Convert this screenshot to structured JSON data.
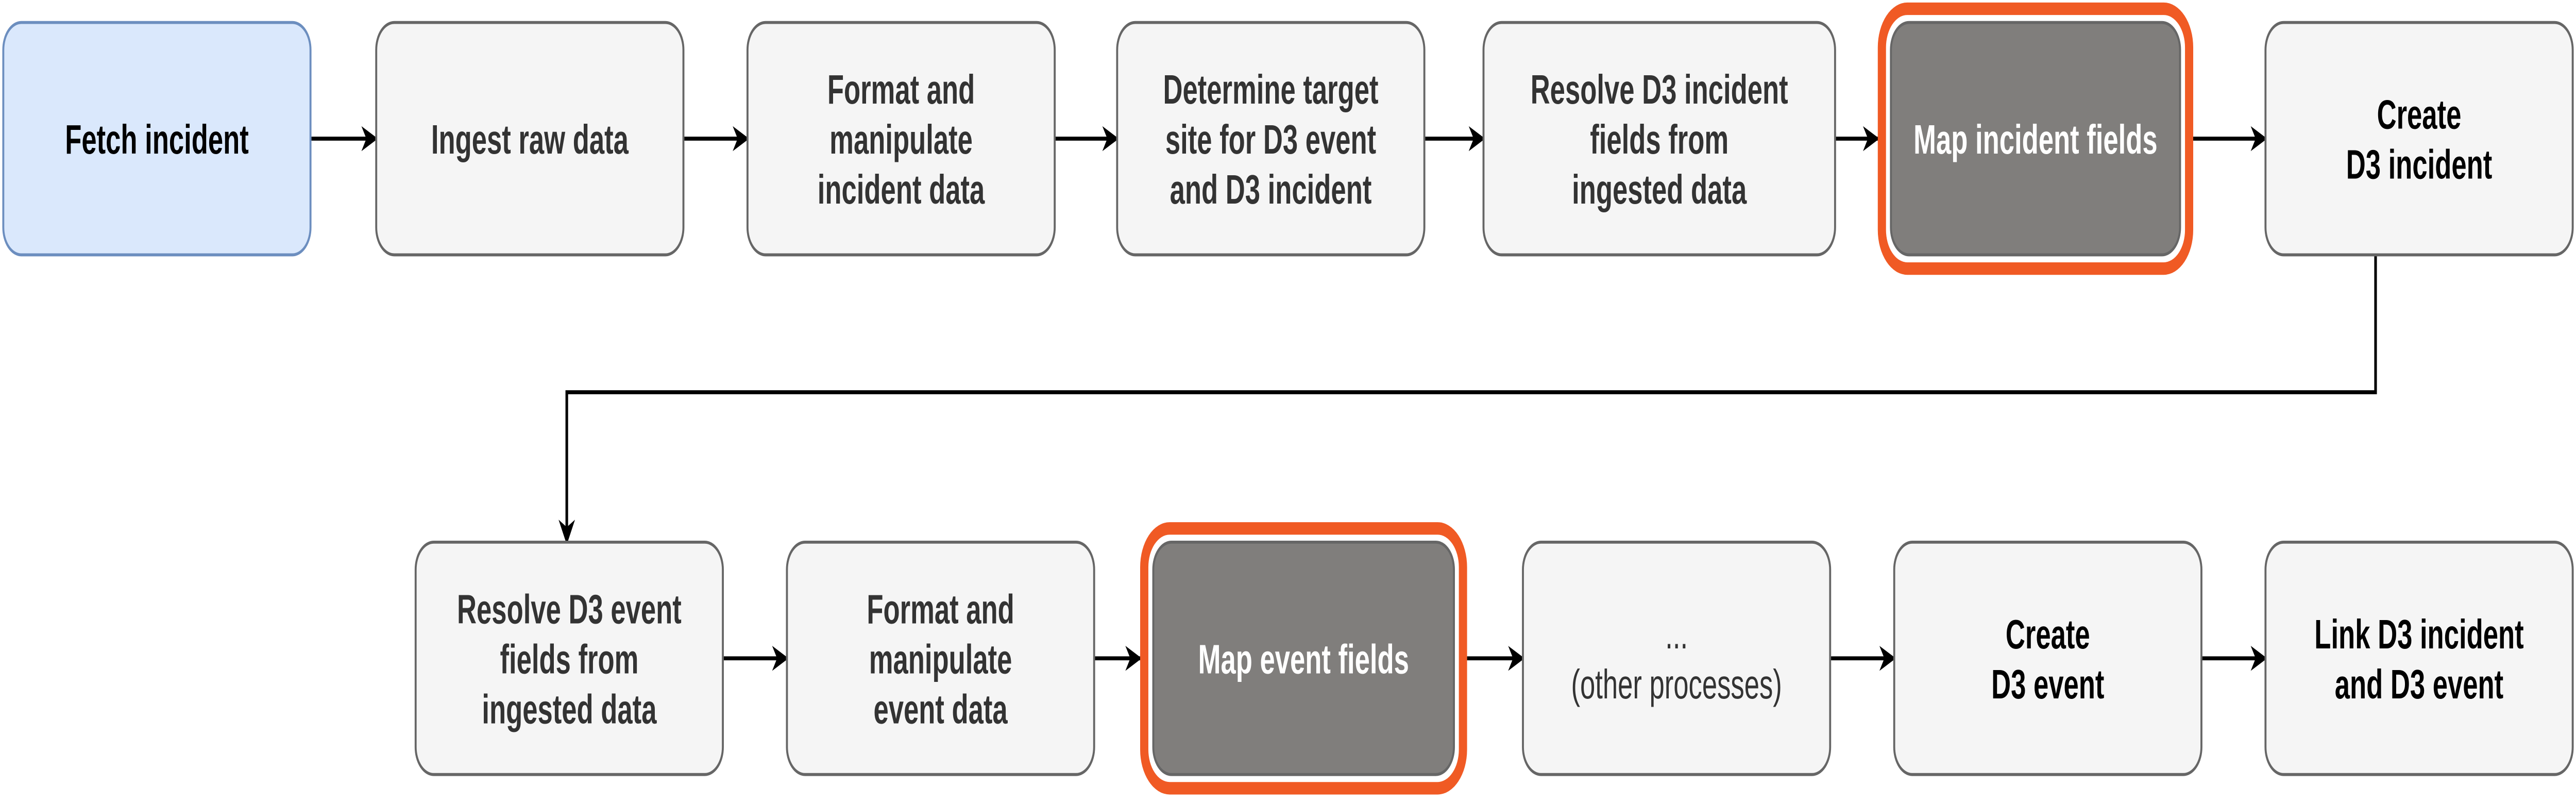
{
  "colors": {
    "start_fill": "#dae8fc",
    "start_stroke": "#6c8ebf",
    "step_fill": "#f5f5f5",
    "step_stroke": "#666666",
    "highlight_fill": "#807e7c",
    "highlight_outline": "#f05a24",
    "arrow": "#000000"
  },
  "row1": [
    {
      "lines": [
        "Fetch incident"
      ]
    },
    {
      "lines": [
        "Ingest raw data"
      ]
    },
    {
      "lines": [
        "Format and",
        "manipulate",
        "incident data"
      ]
    },
    {
      "lines": [
        "Determine target",
        "site for D3 event",
        "and D3 incident"
      ]
    },
    {
      "lines": [
        "Resolve D3 incident",
        "fields from",
        "ingested data"
      ]
    },
    {
      "lines": [
        "Map incident fields"
      ]
    },
    {
      "lines": [
        "Create",
        "D3 incident"
      ]
    }
  ],
  "row2": [
    {
      "lines": [
        "Resolve D3 event",
        "fields from",
        "ingested data"
      ]
    },
    {
      "lines": [
        "Format and",
        "manipulate",
        "event data"
      ]
    },
    {
      "lines": [
        "Map event fields"
      ]
    },
    {
      "lines": [
        "...",
        "(other processes)"
      ]
    },
    {
      "lines": [
        "Create",
        "D3 event"
      ]
    },
    {
      "lines": [
        "Link D3 incident",
        "and D3 event"
      ]
    }
  ]
}
